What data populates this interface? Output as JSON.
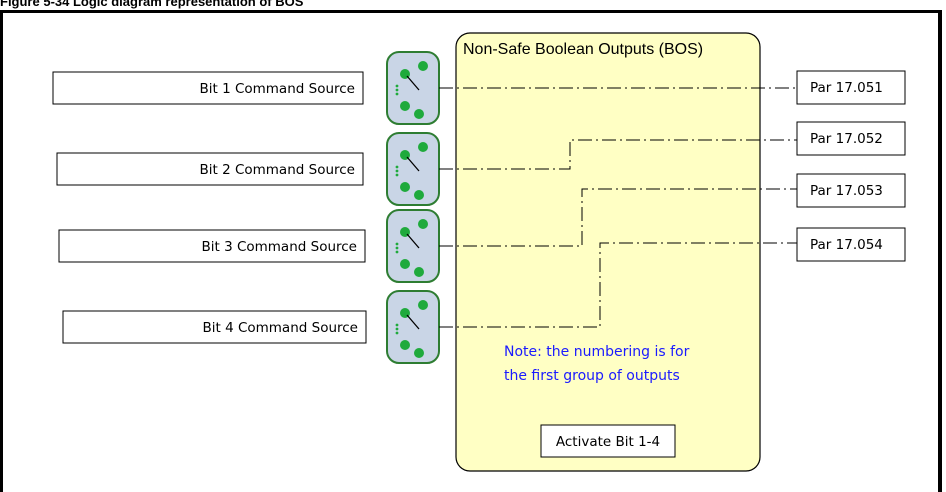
{
  "caption": "Figure 5-34 Logic diagram representation of BOS",
  "block": {
    "title": "Non-Safe Boolean Outputs (BOS)",
    "note_line1": "Note: the numbering is for",
    "note_line2": "the first group of outputs",
    "activate_label": "Activate Bit 1-4"
  },
  "sources": [
    {
      "label": "Bit 1 Command Source"
    },
    {
      "label": "Bit 2 Command Source"
    },
    {
      "label": "Bit 3 Command Source"
    },
    {
      "label": "Bit 4 Command Source"
    }
  ],
  "parameters": [
    {
      "label": "Par 17.051"
    },
    {
      "label": "Par 17.052"
    },
    {
      "label": "Par 17.053"
    },
    {
      "label": "Par 17.054"
    }
  ],
  "colors": {
    "block_fill": "#ffffc4",
    "switch_fill": "#c9d5e6",
    "switch_border": "#2e7d32",
    "switch_dot": "#1faa3c",
    "note": "#1a1aff"
  }
}
